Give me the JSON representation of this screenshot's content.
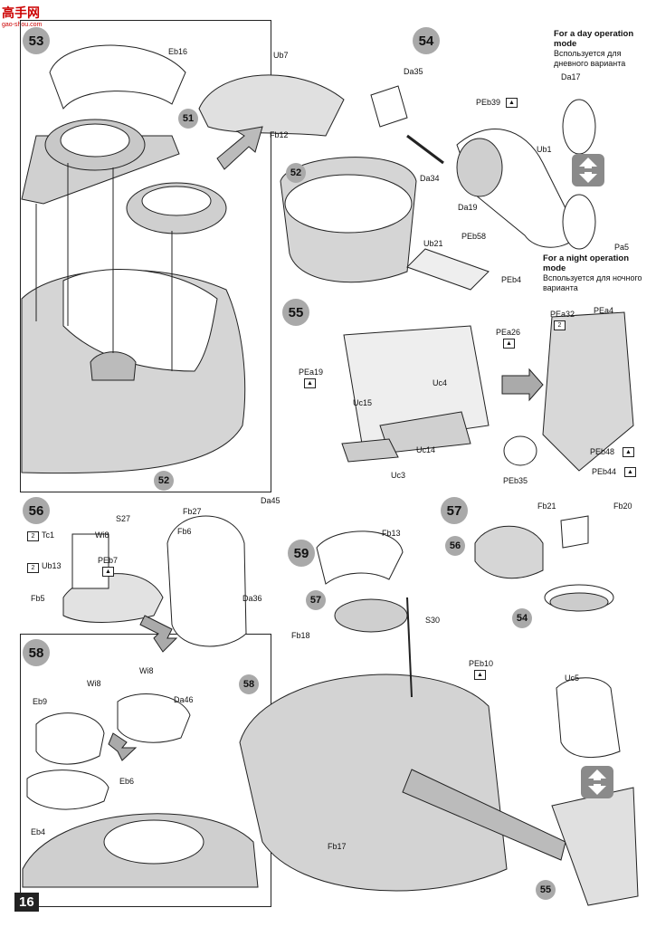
{
  "watermark": {
    "text": "高手网",
    "sub": "gao-shou.com"
  },
  "page_number": "16",
  "steps": {
    "s53": "53",
    "s54": "54",
    "s55": "55",
    "s56": "56",
    "s57": "57",
    "s58": "58",
    "s59": "59",
    "ref51": "51",
    "ref52a": "52",
    "ref52b": "52",
    "ref56": "56",
    "ref54": "54",
    "ref57": "57",
    "ref58": "58",
    "ref55": "55"
  },
  "notes": {
    "day_title": "For a day operation mode",
    "day_sub": "Вспользуется для дневного варианта",
    "night_title": "For a night operation mode",
    "night_sub": "Вспользуется для ночного варианта"
  },
  "parts": {
    "eb16": "Eb16",
    "ub7": "Ub7",
    "fb12": "Fb12",
    "da35": "Da35",
    "peb39": "PEb39",
    "da17": "Da17",
    "ub1": "Ub1",
    "da34": "Da34",
    "da19": "Da19",
    "pa5": "Pa5",
    "ub21": "Ub21",
    "peb58": "PEb58",
    "peb4": "PEb4",
    "pea19": "PEa19",
    "uc15": "Uc15",
    "uc4": "Uc4",
    "pea26": "PEa26",
    "uc14": "Uc14",
    "uc3": "Uc3",
    "pea32": "PEa32",
    "pea4": "PEa4",
    "peb48": "PEb48",
    "peb35": "PEb35",
    "peb44": "PEb44",
    "two_a": "2",
    "tc1": "Tc1",
    "s27": "S27",
    "wi8a": "Wi8",
    "peb7": "PEb7",
    "ub13": "Ub13",
    "two_b": "2",
    "two_c": "2",
    "fb5": "Fb5",
    "fb27": "Fb27",
    "da45": "Da45",
    "fb6": "Fb6",
    "da36": "Da36",
    "fb13": "Fb13",
    "s30": "S30",
    "fb18": "Fb18",
    "peb10": "PEb10",
    "fb17": "Fb17",
    "fb21": "Fb21",
    "fb20": "Fb20",
    "uc5": "Uc5",
    "eb9": "Eb9",
    "wi8b": "Wi8",
    "wi8c": "Wi8",
    "da46": "Da46",
    "eb6": "Eb6",
    "eb4": "Eb4"
  }
}
